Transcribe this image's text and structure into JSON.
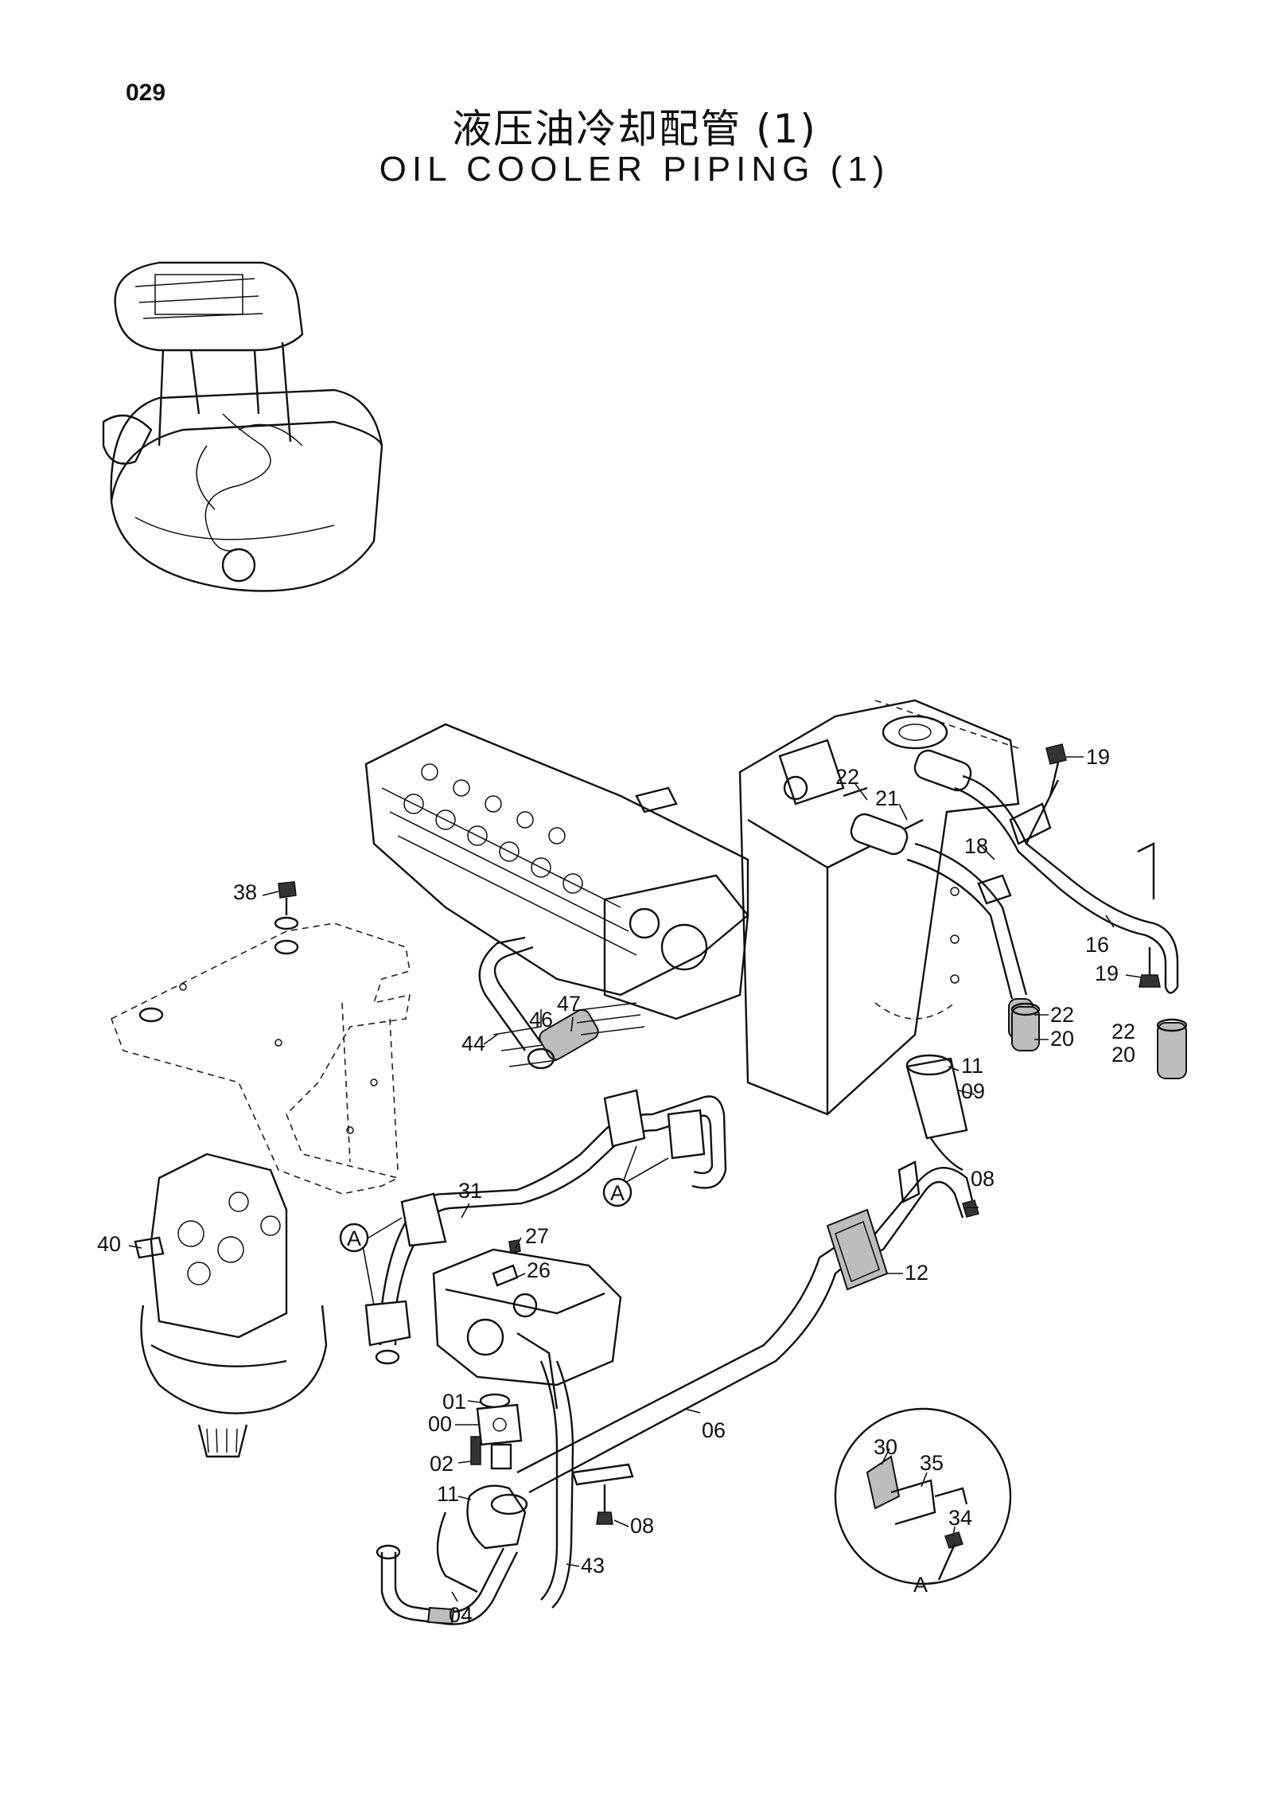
{
  "page_number": "029",
  "title_cn": "液压油冷却配管 (1)",
  "title_en": "OIL COOLER PIPING (1)",
  "callouts": [
    "19",
    "22",
    "21",
    "18",
    "16",
    "19",
    "22",
    "20",
    "22",
    "20",
    "11",
    "09",
    "38",
    "47",
    "46",
    "44",
    "08",
    "31",
    "12",
    "27",
    "26",
    "40",
    "01",
    "00",
    "02",
    "06",
    "11",
    "08",
    "43",
    "04",
    "30",
    "35",
    "34",
    "A",
    "A",
    "A"
  ]
}
